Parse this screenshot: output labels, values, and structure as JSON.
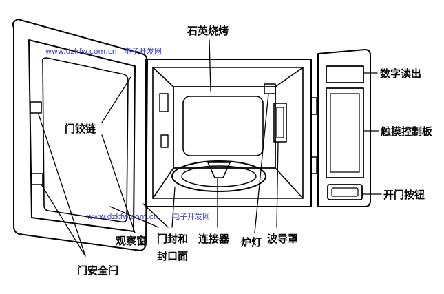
{
  "labels": {
    "quartz_grill": "石英烧烤",
    "digital_readout": "数字读出",
    "door_hinge": "门铰链",
    "touch_panel": "触摸控制板",
    "door_open_button": "开门按钮",
    "viewing_window": "观察窗",
    "door_seal_line1": "门封和",
    "door_seal_line2": "封口面",
    "connector": "连接器",
    "oven_lamp": "炉灯",
    "waveguide_cover": "波导罩",
    "door_safety_switch": "门安全闩"
  },
  "watermarks": {
    "top_url": "www.dzkfw.com.cn",
    "top_site": "电子开发网",
    "bottom_url": "www.dzkfw.com.cn",
    "bottom_site": "电子开发网"
  },
  "colors": {
    "line": "#000000",
    "background": "#ffffff",
    "watermark": "#3b3bd0"
  }
}
